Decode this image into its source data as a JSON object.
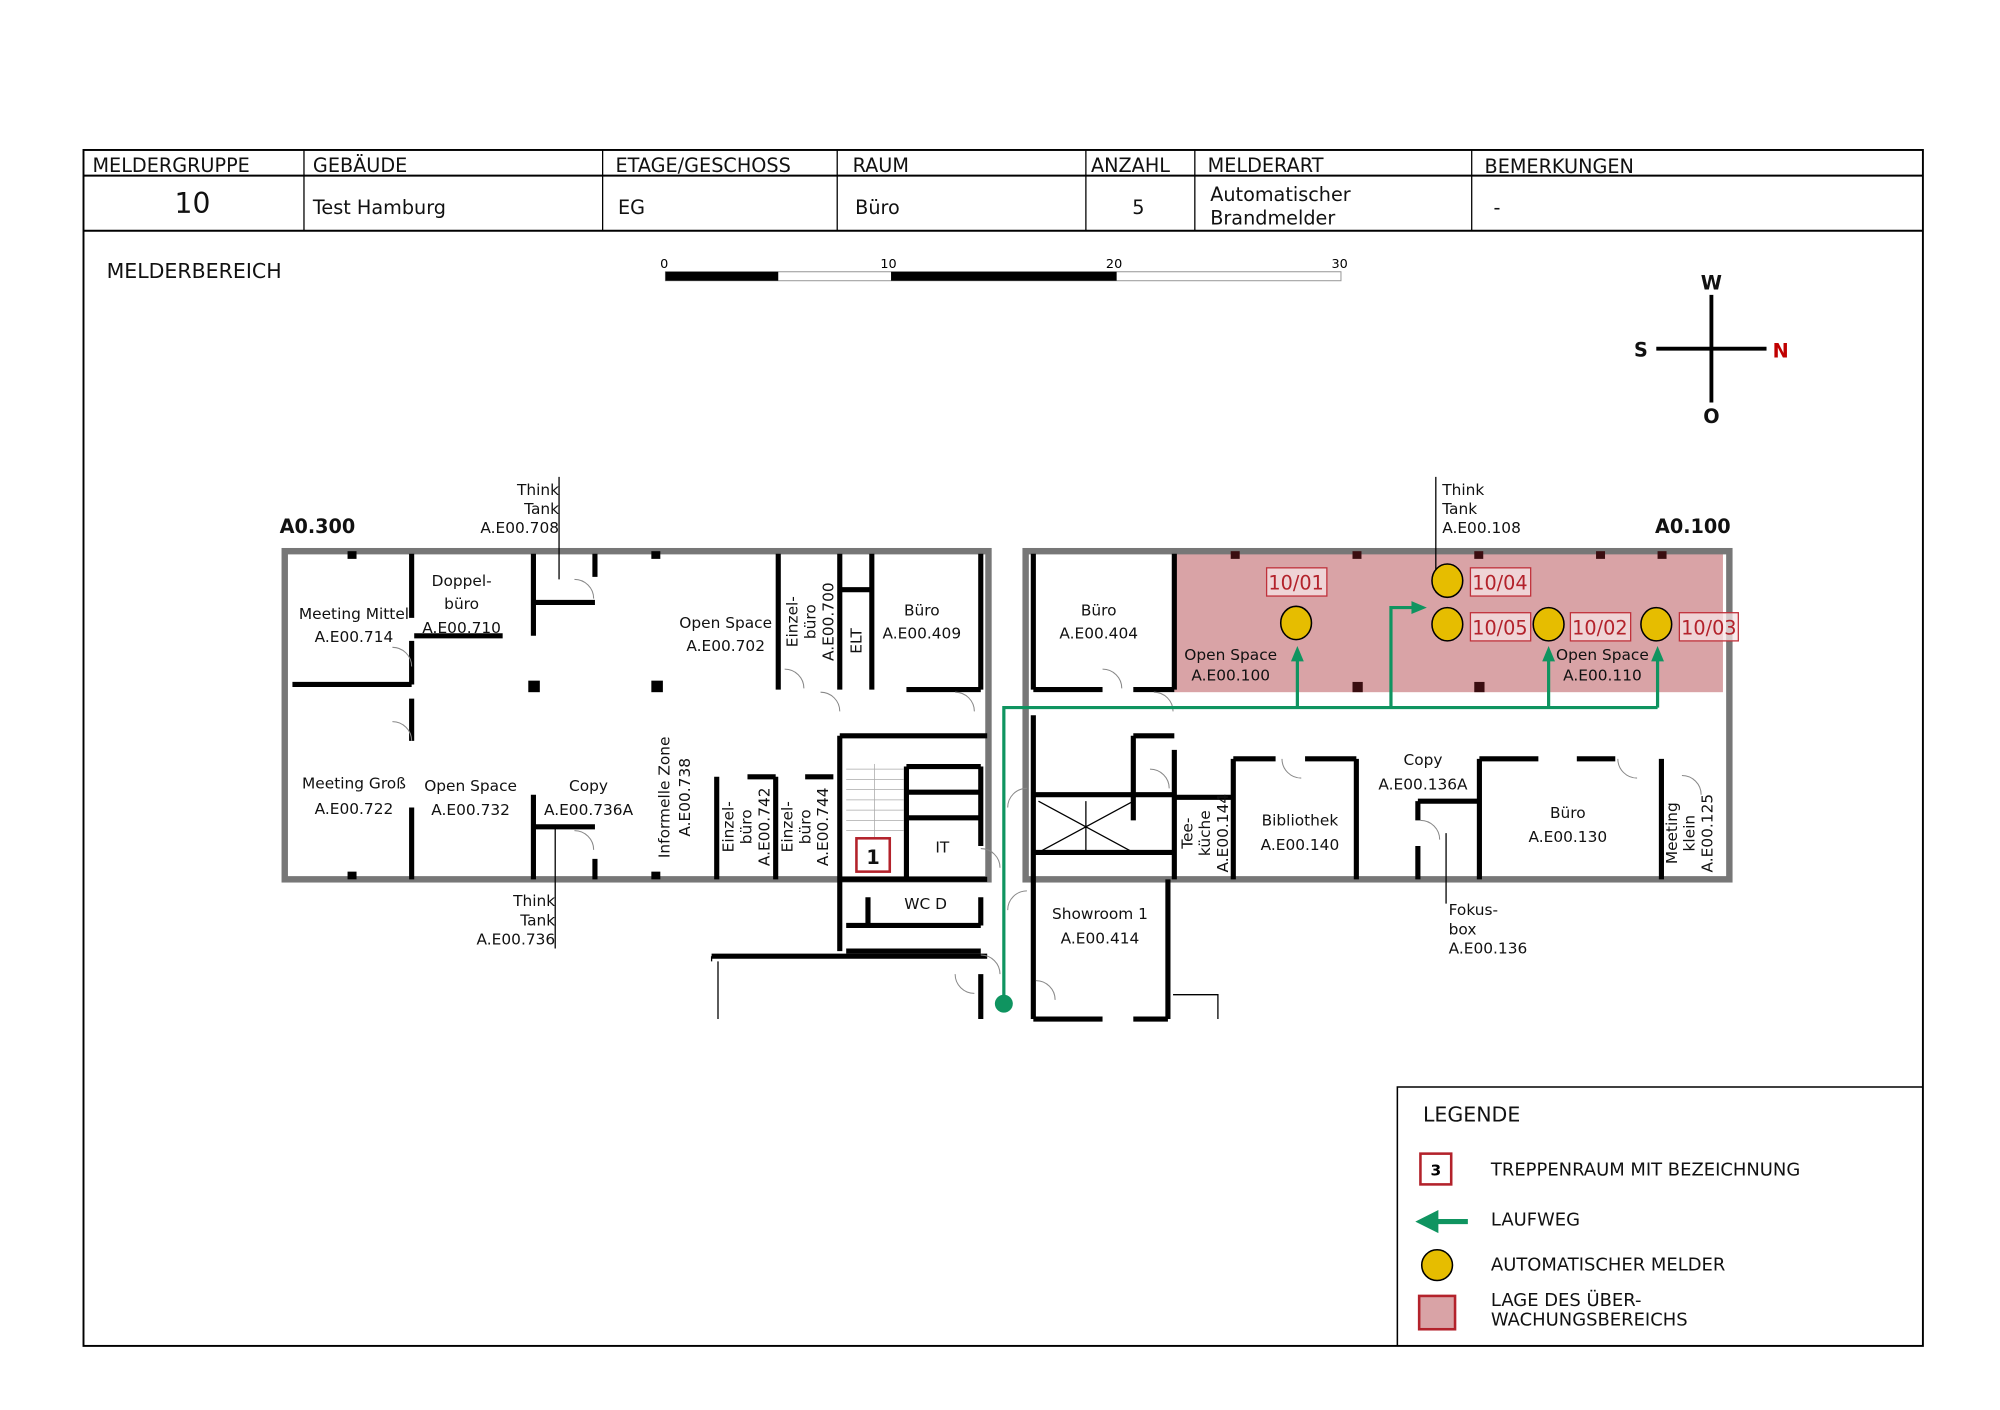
{
  "table": {
    "headers": [
      "MELDERGRUPPE",
      "GEBÄUDE",
      "ETAGE/GESCHOSS",
      "RAUM",
      "ANZAHL",
      "MELDERART",
      "BEMERKUNGEN"
    ],
    "values": {
      "meldergruppe": "10",
      "gebaeude": "Test Hamburg",
      "etage": "EG",
      "raum": "Büro",
      "anzahl": "5",
      "melderart_line1": "Automatischer",
      "melderart_line2": "Brandmelder",
      "bemerkungen": "-"
    }
  },
  "section_title": "MELDERBEREICH",
  "scale_bar": {
    "labels": [
      "0",
      "10",
      "20",
      "30"
    ]
  },
  "compass": {
    "w": "W",
    "o": "O",
    "s": "S",
    "n": "N",
    "north_color": "#c00000"
  },
  "buildings": {
    "left": "A0.300",
    "right": "A0.100"
  },
  "rooms": [
    {
      "l1": "Meeting Mittel",
      "l2": "A.E00.714"
    },
    {
      "l1": "Doppel-",
      "l2": "büro",
      "l3": "A.E00.710"
    },
    {
      "l1": "Think",
      "l2": "Tank",
      "l3": "A.E00.708"
    },
    {
      "l1": "Open Space",
      "l2": "A.E00.702"
    },
    {
      "l1": "Einzel-",
      "l2": "büro",
      "l3": "A.E00.700"
    },
    {
      "l1": "ELT"
    },
    {
      "l1": "Büro",
      "l2": "A.E00.409"
    },
    {
      "l1": "Meeting Groß",
      "l2": "A.E00.722"
    },
    {
      "l1": "Open Space",
      "l2": "A.E00.732"
    },
    {
      "l1": "Copy",
      "l2": "A.E00.736A"
    },
    {
      "l1": "Informelle Zone",
      "l2": "A.E00.738"
    },
    {
      "l1": "Einzel-",
      "l2": "büro",
      "l3": "A.E00.742"
    },
    {
      "l1": "Einzel-",
      "l2": "büro",
      "l3": "A.E00.744"
    },
    {
      "l1": "IT"
    },
    {
      "l1": "WC D"
    },
    {
      "l1": "Think",
      "l2": "Tank",
      "l3": "A.E00.736"
    },
    {
      "l1": "Büro",
      "l2": "A.E00.404"
    },
    {
      "l1": "Open Space",
      "l2": "A.E00.100"
    },
    {
      "l1": "Think",
      "l2": "Tank",
      "l3": "A.E00.108"
    },
    {
      "l1": "Open Space",
      "l2": "A.E00.110"
    },
    {
      "l1": "Showroom 1",
      "l2": "A.E00.414"
    },
    {
      "l1": "Tee-",
      "l2": "küche",
      "l3": "A.E00.144"
    },
    {
      "l1": "Bibliothek",
      "l2": "A.E00.140"
    },
    {
      "l1": "Copy",
      "l2": "A.E00.136A"
    },
    {
      "l1": "Büro",
      "l2": "A.E00.130"
    },
    {
      "l1": "Meeting",
      "l2": "klein",
      "l3": "A.E00.125"
    },
    {
      "l1": "Fokus-",
      "l2": "box",
      "l3": "A.E00.136"
    }
  ],
  "stairwell": "1",
  "detectors": [
    "10/01",
    "10/04",
    "10/05",
    "10/02",
    "10/03"
  ],
  "colors": {
    "zone": "#d9a3a6",
    "detector": "#e6bd00",
    "route": "#0f9460",
    "stair_border": "#b3222b"
  },
  "legend": {
    "title": "LEGENDE",
    "stair_sample": "3",
    "stair": "TREPPENRAUM MIT BEZEICHNUNG",
    "route": "LAUFWEG",
    "detector": "AUTOMATISCHER MELDER",
    "zone_l1": "LAGE DES ÜBER-",
    "zone_l2": "WACHUNGSBEREICHS"
  }
}
